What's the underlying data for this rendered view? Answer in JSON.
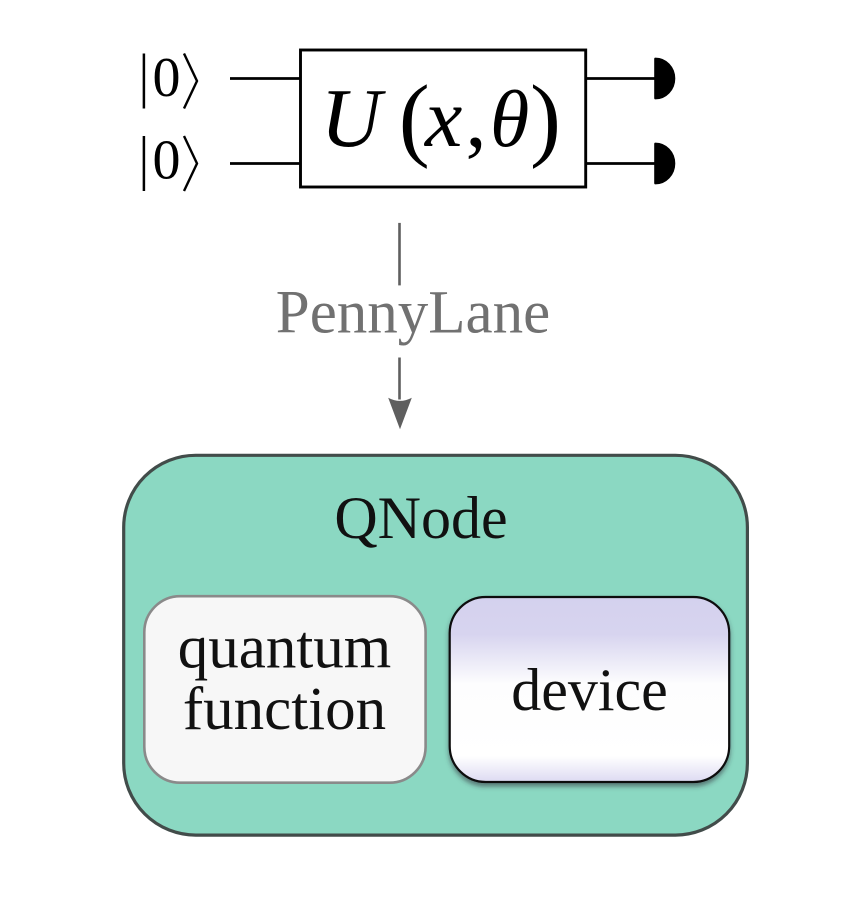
{
  "figure": {
    "description": "Quantum circuit compiled by PennyLane into a QNode",
    "colors": {
      "background": "#ffffff",
      "ink": "#000000",
      "gate_fill": "#ffffff",
      "arrow_gray": "#5f5f5f",
      "pennylane_gray": "#717171",
      "qnode_fill": "#8bd8c2",
      "qnode_border": "#424c4a",
      "function_fill": "#f7f7f7",
      "function_border": "#8a8a8a",
      "device_border": "#0b0b0b",
      "device_lavender_top": "#d6d3ef",
      "device_lavender_bottom": "#e2e0f5",
      "label_ink": "#111111"
    },
    "circuit": {
      "qubits": [
        {
          "label": "|0⟩",
          "digit": "0"
        },
        {
          "label": "|0⟩",
          "digit": "0"
        }
      ],
      "gate": {
        "label": "U(x, θ)",
        "parts": {
          "name": "U",
          "open": "(",
          "arg": "x",
          "comma": ",",
          "param": "θ",
          "close": ")"
        }
      },
      "measurement_count": "2"
    },
    "arrow": {
      "label": "PennyLane"
    },
    "qnode": {
      "title": "QNode",
      "quantum_function": {
        "line1": "quantum",
        "line2": "function"
      },
      "device": {
        "label": "device"
      }
    }
  }
}
